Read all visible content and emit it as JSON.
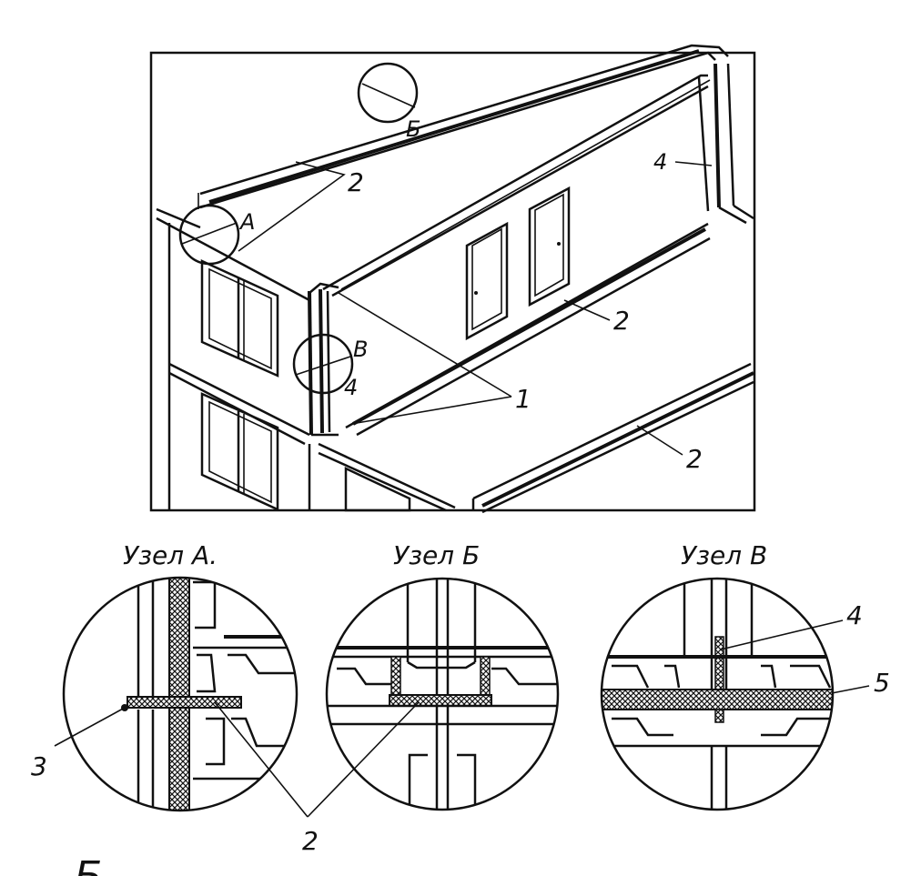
{
  "colors": {
    "ink": "#111111",
    "paper": "#ffffff",
    "seal_fill": "hatched-crossed"
  },
  "perspective": {
    "labels": {
      "roof_seam": "2",
      "node_a": "А",
      "node_b": "Б",
      "node_v": "В",
      "end_column": "4",
      "interior_column": "4",
      "joint_pair": "1",
      "floor_seam": "2",
      "lower_seam": "2"
    }
  },
  "details": {
    "node_a": {
      "title": "Узел А.",
      "left_label": "3"
    },
    "node_b": {
      "title": "Узел Б"
    },
    "node_v": {
      "title": "Узел В",
      "top_label": "4",
      "right_label": "5"
    },
    "shared_label": "2"
  },
  "footer": {
    "partial_glyph": "Б"
  }
}
